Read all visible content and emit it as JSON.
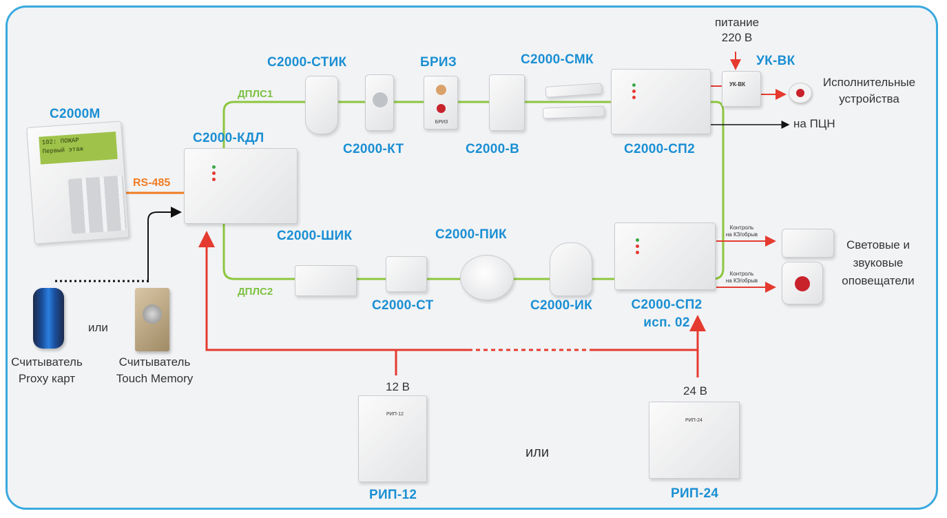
{
  "devices": {
    "keypad": "С2000М",
    "kdl": "С2000-КДЛ",
    "stik": "С2000-СТИК",
    "kt": "С2000-КТ",
    "briz": "БРИЗ",
    "v": "С2000-В",
    "smk": "С2000-СМК",
    "sp2_top": "С2000-СП2",
    "ukvk": "УК-ВК",
    "shik": "С2000-ШИК",
    "pik": "С2000-ПИК",
    "st": "С2000-СТ",
    "ik": "С2000-ИК",
    "sp2_bottom_line1": "С2000-СП2",
    "sp2_bottom_line2": "исп. 02",
    "rip12": "РИП-12",
    "rip24": "РИП-24"
  },
  "lines": {
    "dpls1": "ДПЛС1",
    "dpls2": "ДПЛС2",
    "rs485": "RS-485"
  },
  "labels": {
    "power_line1": "питание",
    "power_line2": "220 В",
    "actuators_line1": "Исполнительные",
    "actuators_line2": "устройства",
    "pcn": "на ПЦН",
    "control_line1": "Контроль",
    "control_line2": "на КЗ/обрыв",
    "annunciators_line1": "Световые и",
    "annunciators_line2": "звуковые",
    "annunciators_line3": "оповещатели",
    "or_readers": "или",
    "or_psu": "или",
    "reader_proxy_line1": "Считыватель",
    "reader_proxy_line2": "Proxy карт",
    "reader_tm_line1": "Считыватель",
    "reader_tm_line2": "Touch Memory",
    "v12": "12 В",
    "v24": "24 В"
  },
  "device_text": {
    "lcd_line1": "  102: ПОЖАР",
    "lcd_line2": "Первый этаж",
    "ukvk_plate": "УК-ВК",
    "rip12_plate": "РИП-12",
    "rip24_plate": "РИП-24",
    "briz_plate": "БРИЗ"
  },
  "colors": {
    "frame": "#39a9e0",
    "titles": "#1a8fd3",
    "dpls": "#8dc63f",
    "rs485": "#f07c22",
    "power": "#e53a2f"
  }
}
